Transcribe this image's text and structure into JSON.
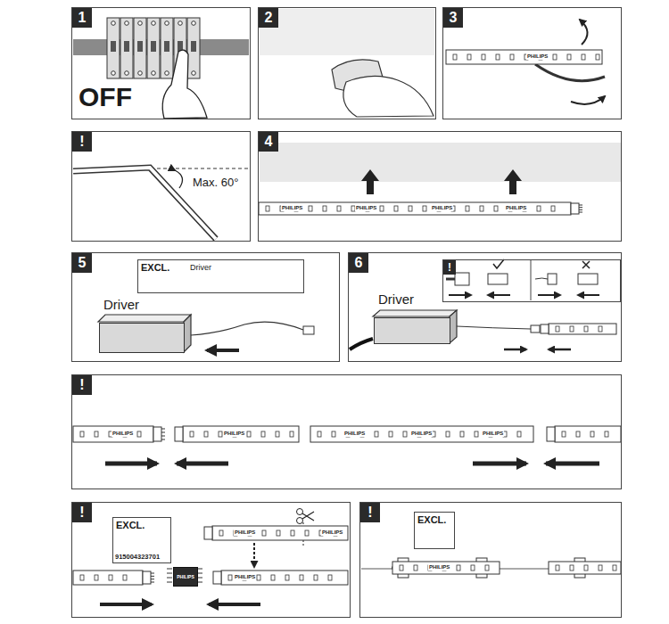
{
  "diagram": {
    "nodes": [
      {
        "text": [
          "1"
        ]
      },
      {
        "text": [
          "2"
        ]
      },
      {
        "text": [
          "3"
        ]
      },
      {
        "text": [
          "!"
        ]
      },
      {
        "text": [
          "4"
        ]
      },
      {
        "text": [
          "5"
        ]
      },
      {
        "text": [
          "EXCL.",
          "Driver"
        ],
        "in": 5
      },
      {
        "text": [
          "Driver"
        ],
        "in": 5
      },
      {
        "text": [
          "6"
        ]
      },
      {
        "text": [
          "!"
        ],
        "in": 8
      },
      {
        "text": [
          "Driver"
        ],
        "in": 8
      },
      {
        "text": [
          "!"
        ]
      },
      {
        "text": [
          "!"
        ]
      },
      {
        "text": [
          "EXCL.",
          "915004323701"
        ],
        "in": 12
      },
      {
        "text": [
          "PHILIPS"
        ],
        "in": 12
      },
      {
        "text": [
          "!"
        ]
      },
      {
        "text": [
          "EXCL."
        ],
        "in": 15
      }
    ],
    "labels": [
      "OFF",
      "Max. 60°",
      "PHILIPS",
      "PHILIPS",
      "PHILIPS",
      "PHILIPS",
      "PHILIPS",
      "PHILIPS",
      "PHILIPS",
      "PHILIPS",
      "PHILIPS",
      "PHILIPS",
      "PHILIPS",
      "PHILIPS",
      "PHILIPS",
      "PHILIPS"
    ]
  }
}
